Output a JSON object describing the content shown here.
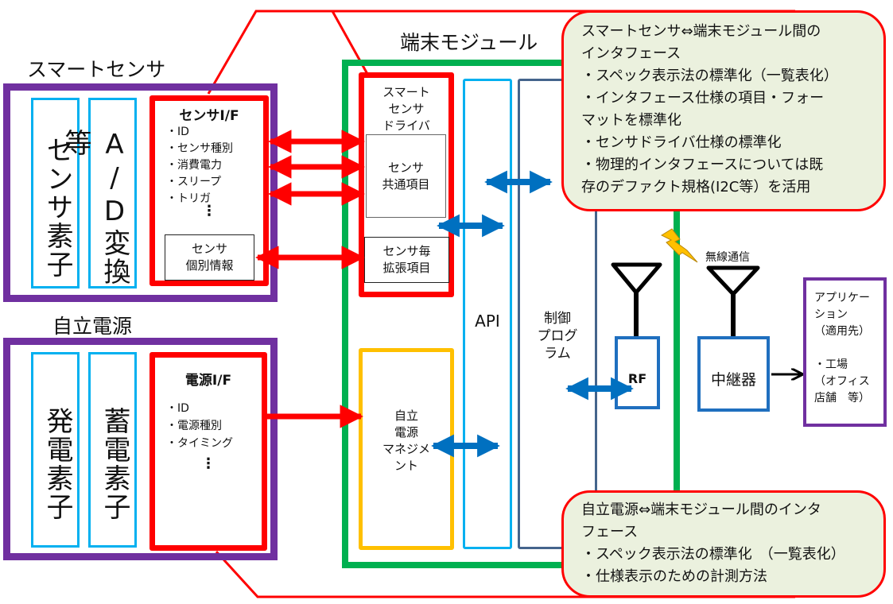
{
  "smart_sensor": {
    "title": "スマートセンサ",
    "element_label": "センサ素子",
    "adc_label": "A/D変換等",
    "interface": {
      "title": "センサI/F",
      "items": [
        "・ID",
        "・センサ種別",
        "・消費電力",
        "・スリープ",
        "・トリガ"
      ],
      "ellipsis": "⋮",
      "individual_info": [
        "センサ",
        "個別情報"
      ]
    }
  },
  "power_source": {
    "title": "自立電源",
    "generator_label": "発電素子",
    "storage_label": "蓄電素子",
    "interface": {
      "title": "電源I/F",
      "items": [
        "・ID",
        "・電源種別",
        "・タイミング"
      ],
      "ellipsis": "⋮"
    }
  },
  "terminal_module": {
    "title": "端末モジュール",
    "driver": {
      "title": [
        "スマート",
        "センサ",
        "ドライバ"
      ],
      "common_items": [
        "センサ",
        "共通項目"
      ],
      "extension_items": [
        "センサ毎",
        "拡張項目"
      ]
    },
    "power_management": [
      "自立",
      "電源",
      "マネジメ",
      "ント"
    ],
    "api_label": "API",
    "control_program": [
      "制御",
      "プログ",
      "ラム"
    ],
    "rf_label": "RF"
  },
  "wireless": {
    "label": "無線通信",
    "relay_label": "中継器"
  },
  "application": {
    "lines": [
      "アプリケー",
      "ション",
      "（適用先）",
      "",
      "・工場",
      "（オフィス",
      "店舗　等）"
    ]
  },
  "callouts": {
    "sensor_interface": {
      "lines": [
        "スマートセンサ⇔端末モジュール間の",
        "インタフェース",
        "・スペック表示法の標準化（一覧表化）",
        "・インタフェース仕様の項目・フォー",
        "マットを標準化",
        "・センサドライバ仕様の標準化",
        "・物理的インタフェースについては既",
        "存のデファクト規格(I2C等）を活用"
      ]
    },
    "power_interface": {
      "lines": [
        "自立電源⇔端末モジュール間のインタ",
        "フェース",
        "・スペック表示法の標準化　（一覧表化）",
        "・仕様表示のための計測方法"
      ]
    }
  },
  "colors": {
    "sensor_frame": "#7030a0",
    "interface_red": "#ff0000",
    "module_green": "#00b050",
    "cyan": "#00b0f0",
    "control_navy": "#44648c",
    "arrow_blue": "#0070c0",
    "power_mgmt_yellow": "#ffc000",
    "callout_fill": "#ebf1de",
    "lightning": "#ffc000"
  }
}
